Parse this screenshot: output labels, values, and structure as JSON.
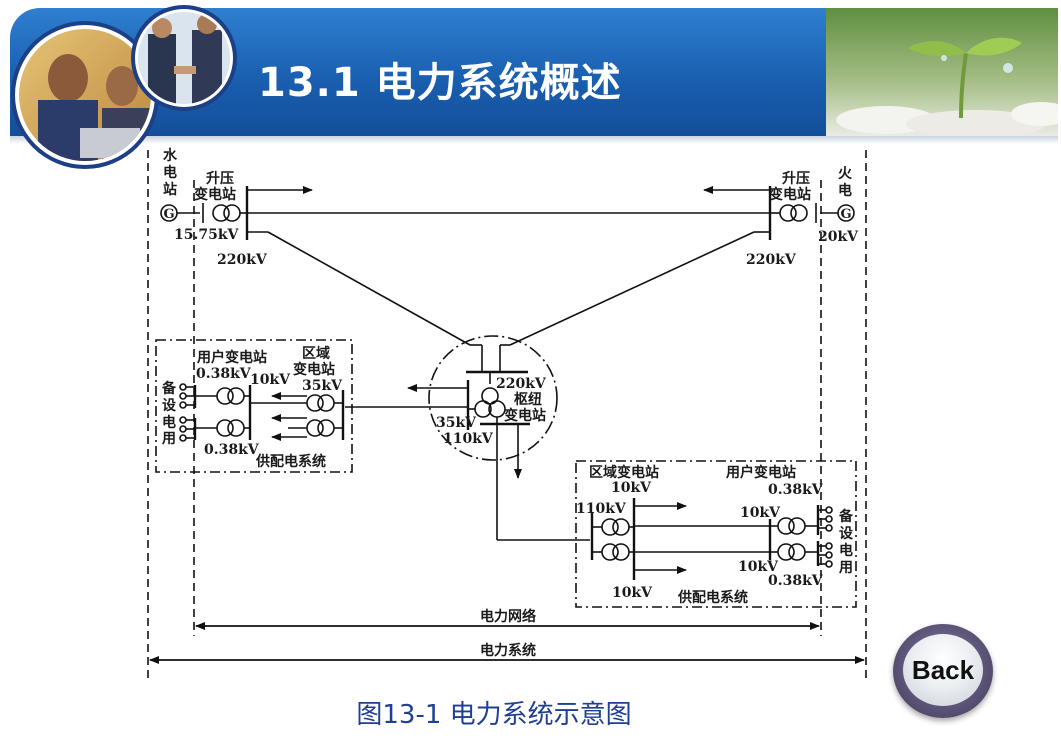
{
  "header": {
    "title": "13.1  电力系统概述"
  },
  "diagram": {
    "hydro_plant": [
      "水",
      "电",
      "站"
    ],
    "thermal_plant": [
      "火",
      "电"
    ],
    "generator_symbol": "G",
    "step_up_left": [
      "升压",
      "变电站"
    ],
    "step_up_right": [
      "升压",
      "变电站"
    ],
    "v_15_75": "15.75kV",
    "v_220_left": "220kV",
    "v_220_right": "220kV",
    "v_20": "20kV",
    "hub_220": "220kV",
    "hub_name": [
      "枢纽",
      "变电站"
    ],
    "hub_35": "35kV",
    "hub_110": "110kV",
    "left_user_sub": "用户变电站",
    "left_regional": [
      "区域",
      "变电站"
    ],
    "left_038_top": "0.38kV",
    "left_10": "10kV",
    "left_35": "35kV",
    "left_038_bottom": "0.38kV",
    "left_distribution": "供配电系统",
    "left_equipment": [
      "用",
      "电",
      "设",
      "备"
    ],
    "right_regional": "区域变电站",
    "right_10_top": "10kV",
    "right_user_sub": "用户变电站",
    "right_038_top": "0.38kV",
    "right_110": "110kV",
    "right_10_mid": "10kV",
    "right_10_lower": "10kV",
    "right_038_bottom": "0.38kV",
    "right_10_bottom": "10kV",
    "right_distribution": "供配电系统",
    "right_equipment": [
      "用",
      "电",
      "设",
      "备"
    ],
    "power_network": "电力网络",
    "power_system": "电力系统"
  },
  "back_button": {
    "label": "Back"
  },
  "caption": "图13-1  电力系统示意图",
  "colors": {
    "header_blue": "#1a5fb0",
    "caption_blue": "#1f3f93",
    "button_ring": "#5e567a"
  }
}
